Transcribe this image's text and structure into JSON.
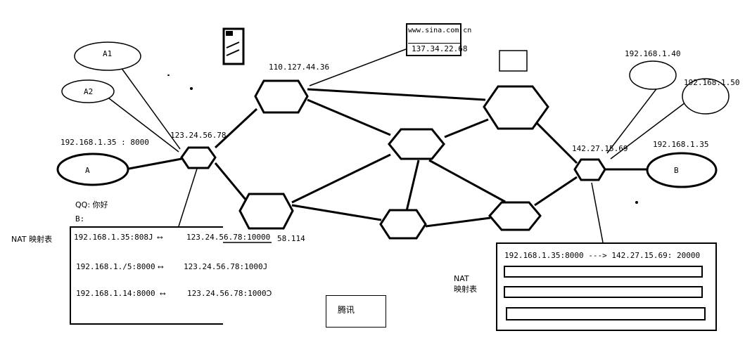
{
  "nodes": {
    "a1": "A1",
    "a2": "A2",
    "a": "A",
    "b": "B"
  },
  "labels": {
    "a_addr": "192.168.1.35 : 8000",
    "left_router_ip": "123.24.56.78",
    "top_router_ip": "110.127.44.36",
    "right_router_ip": "142.27.15.69",
    "b_addr": "192.168.1.35",
    "b1_addr": "192.168.1.40",
    "b2_addr": "192.168.1.50",
    "qq_msg": "QQ: 你好",
    "qq_b": "B:",
    "nat_left": "NAT 映射表",
    "nat_right_1": "NAT",
    "nat_right_2": "映射表",
    "tencent": "腾讯",
    "stray_ip_fragment": "58.114"
  },
  "sina": {
    "domain": "www.sina.com.cn",
    "ip": "137.34.22.68"
  },
  "nat_table_left": {
    "rows": [
      {
        "private": "192.168.1.35:808J",
        "arrow": "⟷",
        "public": "123.24.56.78:10000"
      },
      {
        "private": "192.168.1./5:8000",
        "arrow": "⟷",
        "public": "123.24.56.78:1000J"
      },
      {
        "private": "192.168.1.14:8000",
        "arrow": "⟷",
        "public": "123.24.56.78:1000Ↄ"
      }
    ]
  },
  "nat_table_right": {
    "row": "192.168.1.35:8000 ---> 142.27.15.69: 20000"
  }
}
